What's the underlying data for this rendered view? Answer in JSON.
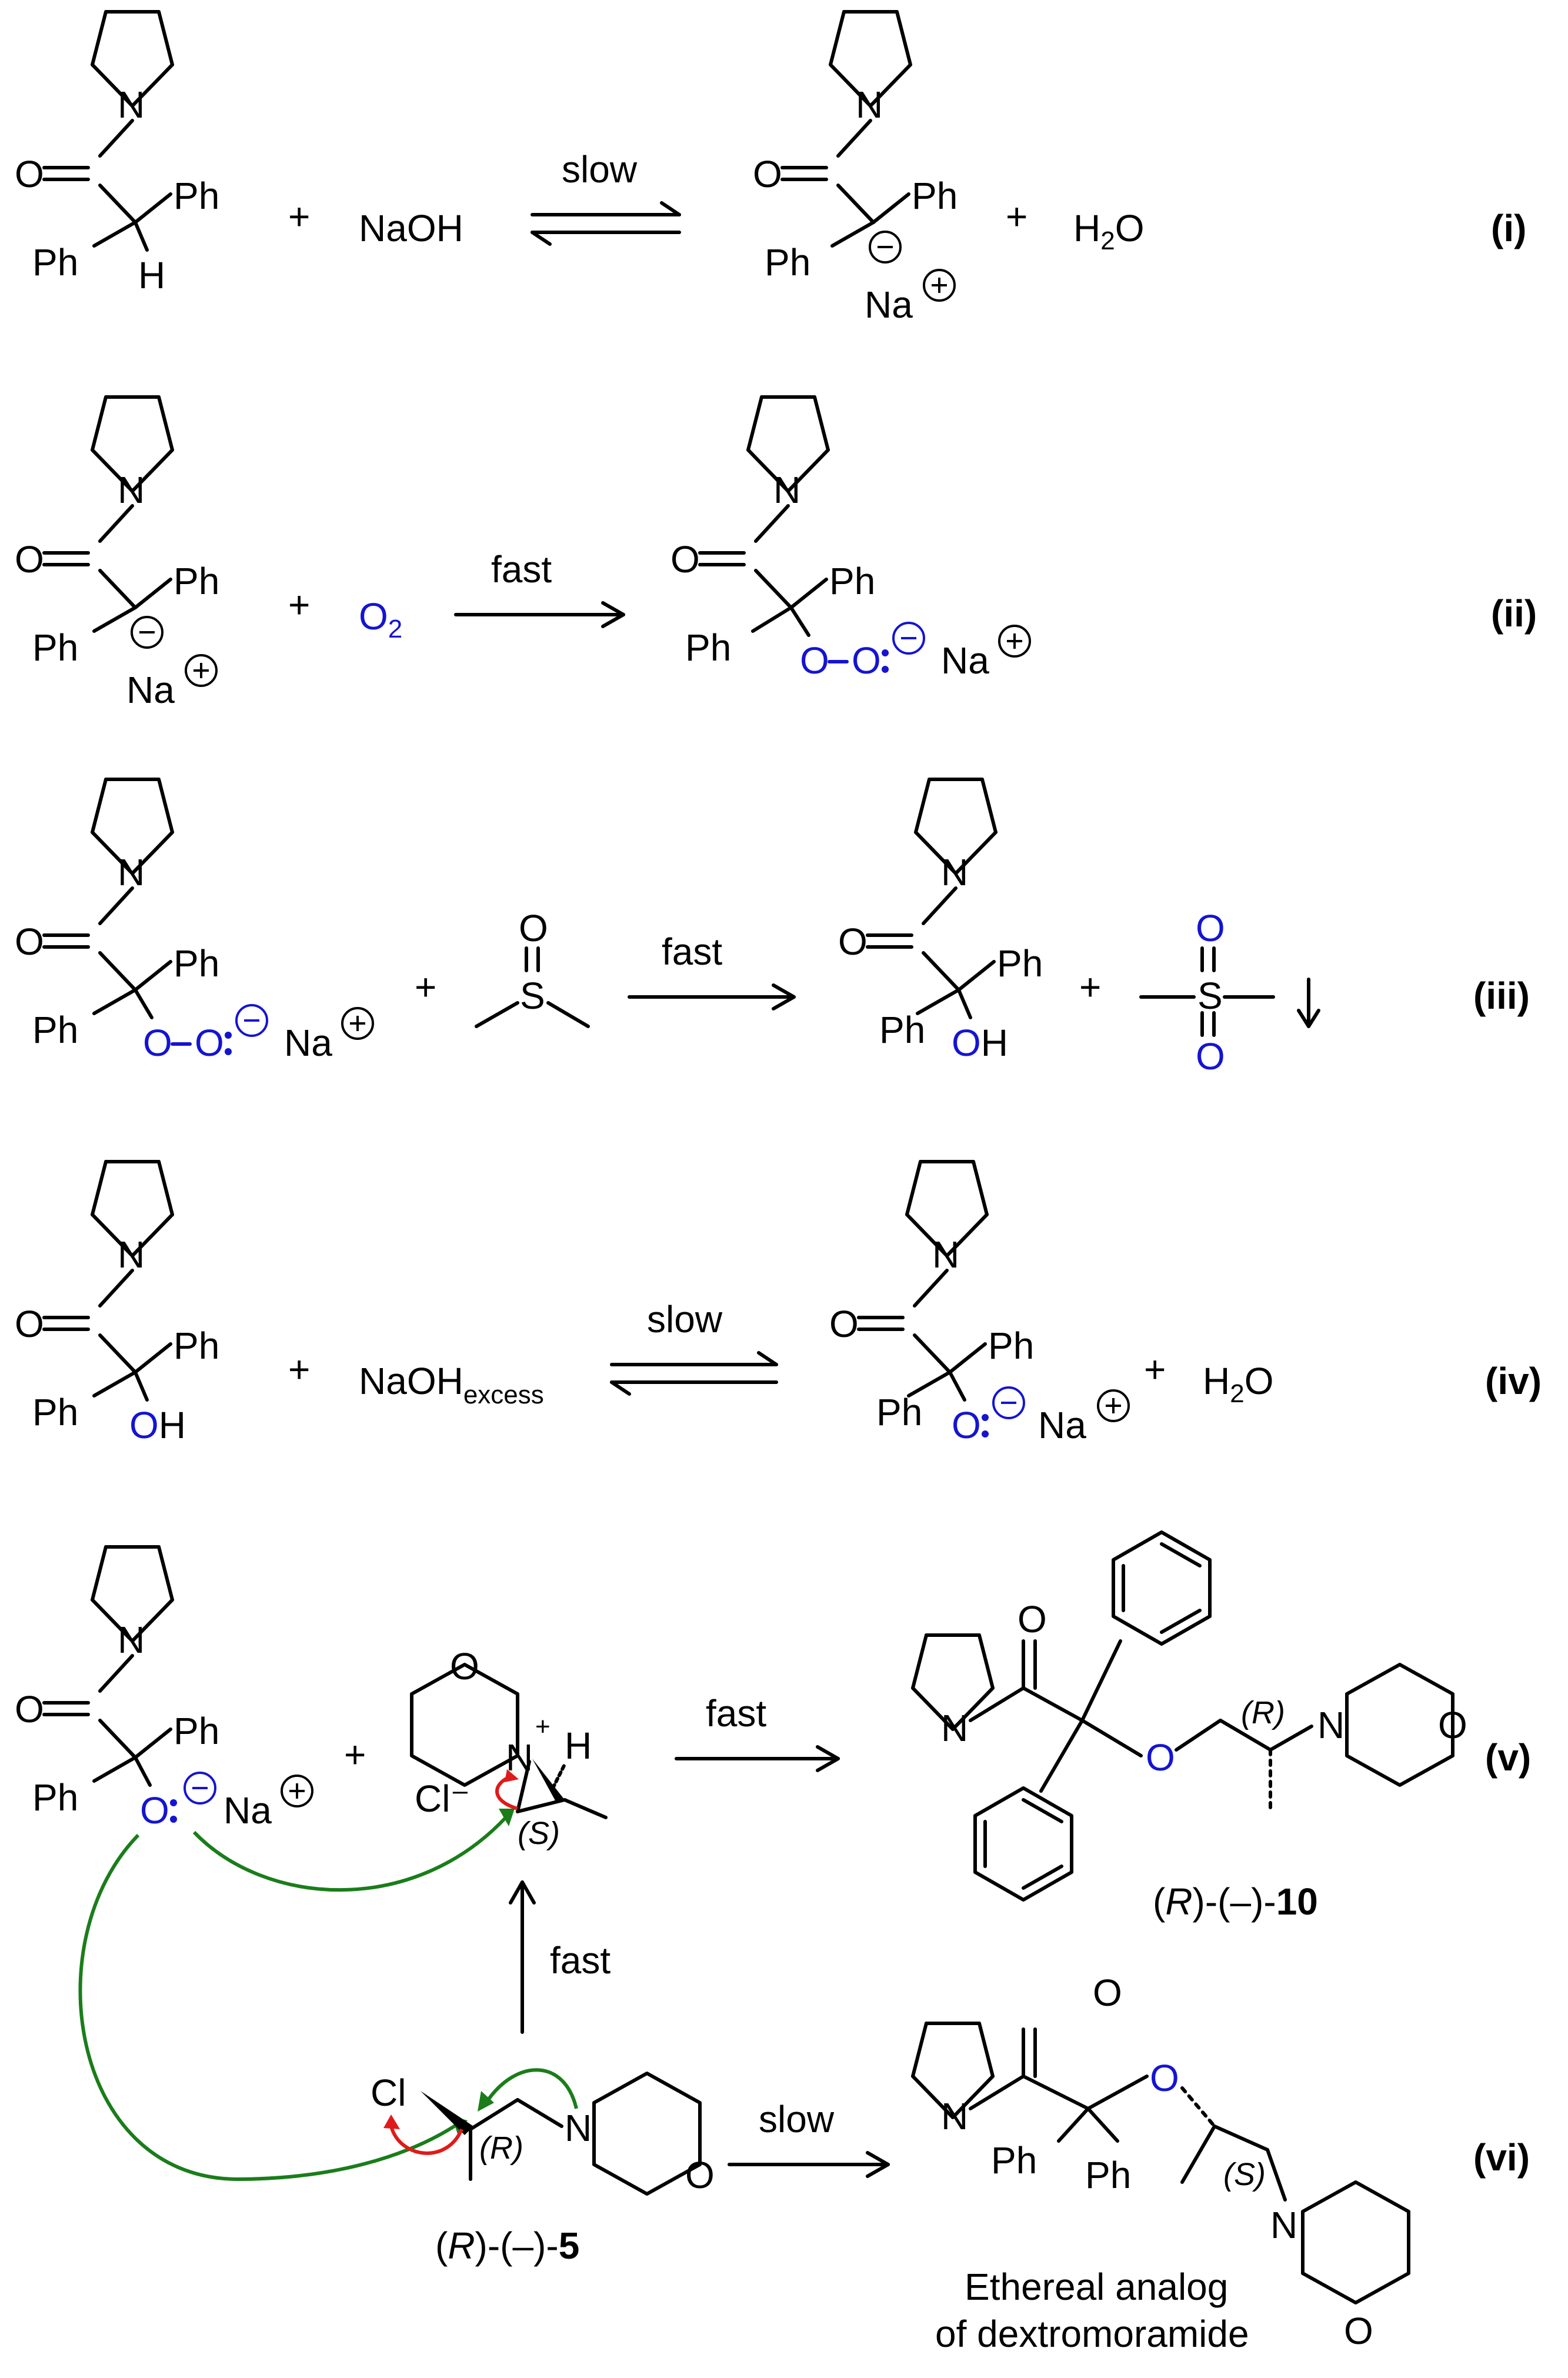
{
  "colors": {
    "heteroatom": "#1414d2",
    "electron_flow_attack": "#1a7d1a",
    "electron_flow_leaving": "#e01a1a",
    "ink": "#000000"
  },
  "atoms": {
    "N": "N",
    "O": "O",
    "S": "S",
    "Cl": "Cl",
    "Ph": "Ph",
    "H": "H",
    "Na": "Na",
    "OH": "OH"
  },
  "reactions": [
    {
      "label": "(i)",
      "reagent": "NaOH",
      "condition": "slow",
      "byproduct": "H2O"
    },
    {
      "label": "(ii)",
      "reagent": "O2",
      "condition": "fast"
    },
    {
      "label": "(iii)",
      "condition": "fast"
    },
    {
      "label": "(iv)",
      "reagent": "NaOH",
      "reagent_subscript": "excess",
      "condition": "slow",
      "byproduct": "H2O"
    },
    {
      "label": "(v)",
      "condition": "fast",
      "product_name": "(R)-(–)-10"
    },
    {
      "label": "(vi)",
      "condition": "slow",
      "product_caption_line1": "Ethereal analog",
      "product_caption_line2": "of dextromoramide"
    }
  ],
  "plus": "+",
  "chloride": "Cl⁻",
  "stereo": {
    "R": "(R)",
    "S": "(S)"
  },
  "middle_arrow_condition": "fast",
  "reactant_name": {
    "prefix": "(",
    "italic": "R",
    "mid": ")-(–)-",
    "bold": "5"
  },
  "product10_name": {
    "prefix": "(",
    "italic": "R",
    "mid": ")-(–)-",
    "bold": "10"
  }
}
